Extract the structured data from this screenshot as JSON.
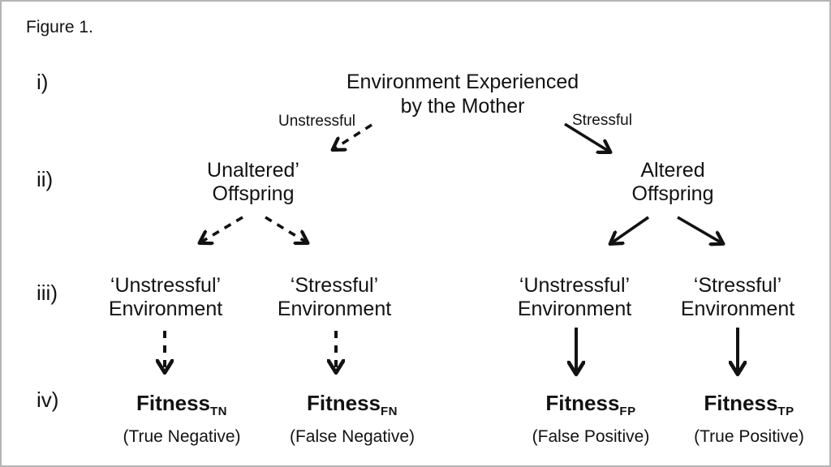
{
  "figure_label": "Figure 1.",
  "row_numerals": {
    "i": "i)",
    "ii": "ii)",
    "iii": "iii)",
    "iv": "iv)"
  },
  "root": {
    "line1": "Environment Experienced",
    "line2": "by the Mother"
  },
  "branch_labels": {
    "unstressful": "Unstressful",
    "stressful": "Stressful"
  },
  "offspring": {
    "unaltered": {
      "line1": "Unaltered’",
      "line2": "Offspring"
    },
    "altered": {
      "line1": "Altered",
      "line2": "Offspring"
    }
  },
  "environments": {
    "tn": {
      "line1": "‘Unstressful’",
      "line2": "Environment"
    },
    "fn": {
      "line1": "‘Stressful’",
      "line2": "Environment"
    },
    "fp": {
      "line1": "‘Unstressful’",
      "line2": "Environment"
    },
    "tp": {
      "line1": "‘Stressful’",
      "line2": "Environment"
    }
  },
  "fitness": {
    "tn": {
      "word": "Fitness",
      "sub": "TN",
      "paren": "(True Negative)"
    },
    "fn": {
      "word": "Fitness",
      "sub": "FN",
      "paren": "(False Negative)"
    },
    "fp": {
      "word": "Fitness",
      "sub": "FP",
      "paren": "(False Positive)"
    },
    "tp": {
      "word": "Fitness",
      "sub": "TP",
      "paren": "(True Positive)"
    }
  },
  "colors": {
    "text": "#121212",
    "border": "#b5b5b5",
    "background": "#ffffff",
    "arrow": "#121212"
  }
}
